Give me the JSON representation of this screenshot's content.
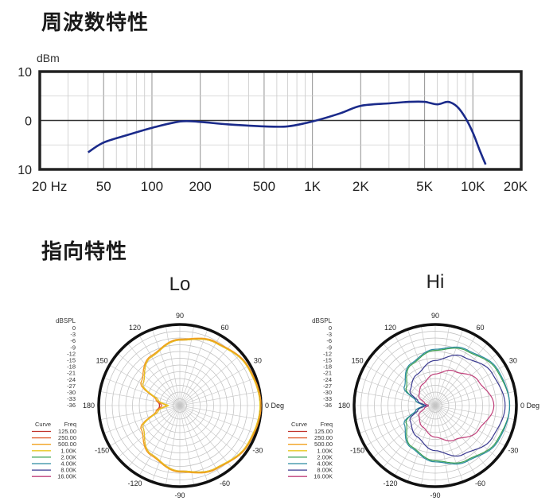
{
  "headings": {
    "freq": "周波数特性",
    "directivity": "指向特性"
  },
  "chart_data": [
    {
      "type": "line",
      "ylabel": "dBm",
      "y_ticks": [
        "10",
        "0",
        "10"
      ],
      "x_ticks": [
        "20 Hz",
        "50",
        "100",
        "200",
        "500",
        "1K",
        "2K",
        "5K",
        "10K",
        "20K"
      ],
      "xscale": "log",
      "xlim": [
        20,
        20000
      ],
      "ylim": [
        -10,
        10
      ],
      "grid": true,
      "series": [
        {
          "color": "#1a2a8a",
          "x": [
            40,
            50,
            70,
            100,
            150,
            200,
            300,
            500,
            700,
            1000,
            1500,
            2000,
            3000,
            4000,
            5000,
            6000,
            7000,
            8000,
            9000,
            10000,
            11000,
            12000
          ],
          "y": [
            -6.5,
            -4.5,
            -3,
            -1.5,
            -0.2,
            -0.3,
            -0.8,
            -1.2,
            -1.2,
            -0.2,
            1.5,
            3,
            3.5,
            3.8,
            3.8,
            3.3,
            3.8,
            2.8,
            0.5,
            -2.5,
            -6,
            -9
          ]
        }
      ]
    },
    {
      "type": "polar",
      "title": "Lo",
      "r_axis_label": "dBSPL",
      "r_ticks": [
        "0",
        "-3",
        "-6",
        "-9",
        "-12",
        "-15",
        "-18",
        "-21",
        "-24",
        "-27",
        "-30",
        "-33",
        "-36"
      ],
      "angle_labels": {
        "a90": "90",
        "a60": "60",
        "a30": "30",
        "a0": "0 Deg",
        "am30": "-30",
        "am60": "-60",
        "am90": "-90",
        "am120": "-120",
        "am150": "-150",
        "a180": "180",
        "a150": "150",
        "a120": "120"
      },
      "legend_header": [
        "Curve",
        "Freq"
      ],
      "legend": [
        {
          "freq": "125.00",
          "color": "#c0302a"
        },
        {
          "freq": "250.00",
          "color": "#e05a2a"
        },
        {
          "freq": "500.00",
          "color": "#f2a21e"
        },
        {
          "freq": "1.00K",
          "color": "#e8c820"
        },
        {
          "freq": "2.00K",
          "color": "#3aa050"
        },
        {
          "freq": "4.00K",
          "color": "#2a8aa0"
        },
        {
          "freq": "8.00K",
          "color": "#3a3a90"
        },
        {
          "freq": "16.00K",
          "color": "#c0407a"
        }
      ],
      "series": [
        {
          "freq": "125.00",
          "color": "#c0302a",
          "angles": [
            0,
            30,
            60,
            90,
            120,
            150,
            165,
            180
          ],
          "db": [
            0,
            -1,
            -4,
            -7,
            -11,
            -17,
            -26,
            -27
          ]
        },
        {
          "freq": "250.00",
          "color": "#e05a2a",
          "angles": [
            0,
            30,
            60,
            90,
            120,
            150,
            165,
            180
          ],
          "db": [
            0,
            -1.2,
            -3.8,
            -6.8,
            -10.5,
            -16,
            -25,
            -28
          ]
        },
        {
          "freq": "500.00",
          "color": "#f2a21e",
          "angles": [
            0,
            30,
            60,
            90,
            120,
            150,
            165,
            180
          ],
          "db": [
            0,
            -1,
            -3.5,
            -6.5,
            -10.5,
            -16,
            -25,
            -30
          ]
        },
        {
          "freq": "1.00K",
          "color": "#e8c820",
          "angles": [
            0,
            30,
            60,
            90,
            120,
            150,
            165,
            180
          ],
          "db": [
            -0.5,
            -1.5,
            -4,
            -7,
            -11,
            -17,
            -26,
            -31
          ]
        }
      ]
    },
    {
      "type": "polar",
      "title": "Hi",
      "r_axis_label": "dBSPL",
      "r_ticks": [
        "0",
        "-3",
        "-6",
        "-9",
        "-12",
        "-15",
        "-18",
        "-21",
        "-24",
        "-27",
        "-30",
        "-33",
        "-36"
      ],
      "angle_labels": {
        "a90": "90",
        "a60": "60",
        "a30": "30",
        "a0": "0 Deg",
        "am30": "-30",
        "am60": "-60",
        "am90": "-90",
        "am120": "-120",
        "am150": "-150",
        "a180": "180",
        "a150": "150",
        "a120": "120"
      },
      "legend_header": [
        "Curve",
        "Freq"
      ],
      "legend": [
        {
          "freq": "125.00",
          "color": "#c0302a"
        },
        {
          "freq": "250.00",
          "color": "#e05a2a"
        },
        {
          "freq": "500.00",
          "color": "#f2a21e"
        },
        {
          "freq": "1.00K",
          "color": "#e8c820"
        },
        {
          "freq": "2.00K",
          "color": "#3aa050"
        },
        {
          "freq": "4.00K",
          "color": "#2a8aa0"
        },
        {
          "freq": "8.00K",
          "color": "#3a3a90"
        },
        {
          "freq": "16.00K",
          "color": "#c0407a"
        }
      ],
      "series": [
        {
          "freq": "2.00K",
          "color": "#3aa050",
          "angles": [
            0,
            30,
            60,
            90,
            120,
            150,
            165,
            180
          ],
          "db": [
            -3,
            -4.5,
            -8,
            -11.5,
            -15,
            -21,
            -27,
            -31
          ]
        },
        {
          "freq": "4.00K",
          "color": "#2a8aa0",
          "angles": [
            0,
            30,
            60,
            90,
            120,
            150,
            165,
            180
          ],
          "db": [
            -3,
            -4,
            -7.5,
            -11,
            -14.5,
            -20,
            -27,
            -31
          ]
        },
        {
          "freq": "8.00K",
          "color": "#3a3a90",
          "angles": [
            0,
            30,
            60,
            90,
            120,
            150,
            165,
            180
          ],
          "db": [
            -5,
            -7,
            -11,
            -16,
            -20,
            -23,
            -28,
            -32
          ]
        },
        {
          "freq": "16.00K",
          "color": "#c0407a",
          "angles": [
            0,
            30,
            60,
            90,
            120,
            150,
            165,
            180
          ],
          "db": [
            -10,
            -14,
            -18.5,
            -22,
            -25,
            -27.5,
            -31,
            -33
          ]
        }
      ]
    }
  ]
}
